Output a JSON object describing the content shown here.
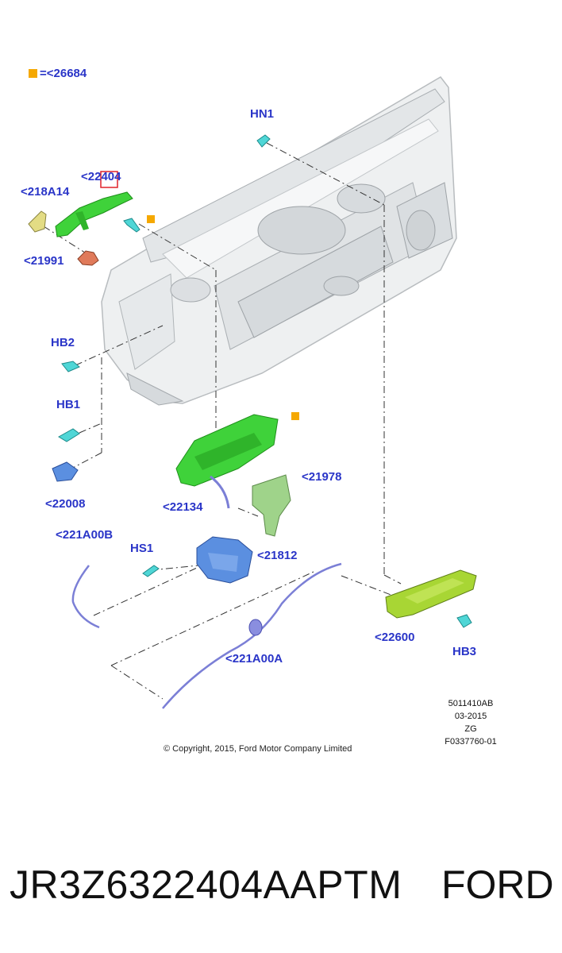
{
  "legend": {
    "label": "=<26684",
    "swatch_color": "#f5a800"
  },
  "callouts": {
    "hn1": "HN1",
    "c22404": "<22404",
    "c218a14": "<218A14",
    "c21991": "<21991",
    "hb2": "HB2",
    "hb1": "HB1",
    "c22008": "<22008",
    "c21978": "<21978",
    "c22134": "<22134",
    "c221a00b": "<221A00B",
    "hs1": "HS1",
    "c21812": "<21812",
    "c22600": "<22600",
    "hb3": "HB3",
    "c221a00a": "<221A00A"
  },
  "meta": {
    "line1": "5011410AB",
    "line2": "03-2015",
    "line3": "ZG",
    "line4": "F0337760-01"
  },
  "copyright": "© Copyright, 2015, Ford Motor Company Limited",
  "footer": {
    "part_number": "JR3Z6322404AAPTM",
    "brand": "FORD"
  },
  "colors": {
    "callout_text": "#2a35c8",
    "green_part": "#3fd23a",
    "olive_part": "#9acd2a",
    "cyan_part": "#4fd6d6",
    "blue_part": "#5b8fe0",
    "orange_part": "#e07a5a",
    "cable": "#7b7fd6"
  }
}
